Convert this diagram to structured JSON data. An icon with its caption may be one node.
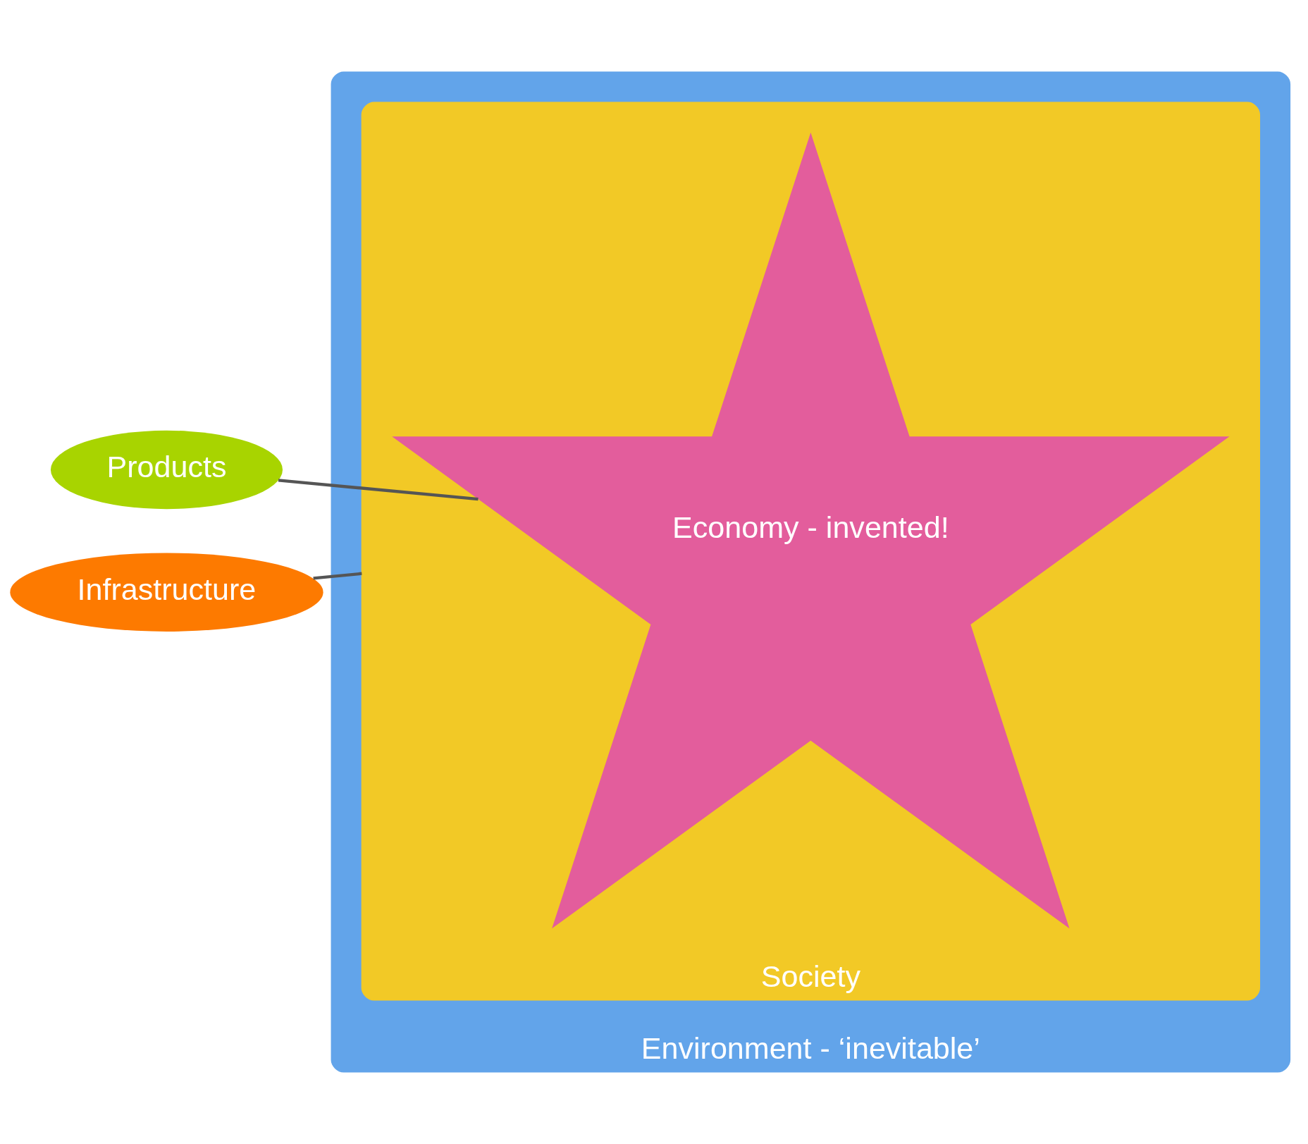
{
  "diagram": {
    "nodes": [
      {
        "text": [
          "Environment - ‘inevitable’"
        ]
      },
      {
        "text": [
          "Society"
        ],
        "in": 0
      },
      {
        "text": [
          "Economy - invented!"
        ],
        "in": 1
      },
      {
        "text": [
          "Products"
        ]
      },
      {
        "text": [
          "Infrastructure"
        ]
      }
    ],
    "edges": [
      {
        "from": 3,
        "to": 2,
        "arrow": "none"
      },
      {
        "from": 4,
        "to": 1,
        "arrow": "none"
      }
    ]
  }
}
